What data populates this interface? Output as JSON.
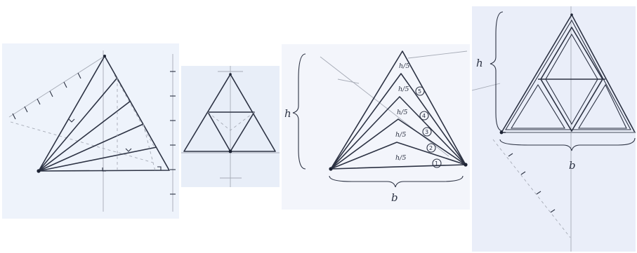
{
  "panel3": {
    "height_label": "h",
    "base_label": "b",
    "fraction_labels": [
      "h/5",
      "h/5",
      "h/5",
      "h/5",
      "h/5"
    ],
    "circled_numbers": [
      "1",
      "2",
      "3",
      "4",
      "5"
    ]
  },
  "panel4": {
    "height_label": "h",
    "base_label": "b"
  }
}
